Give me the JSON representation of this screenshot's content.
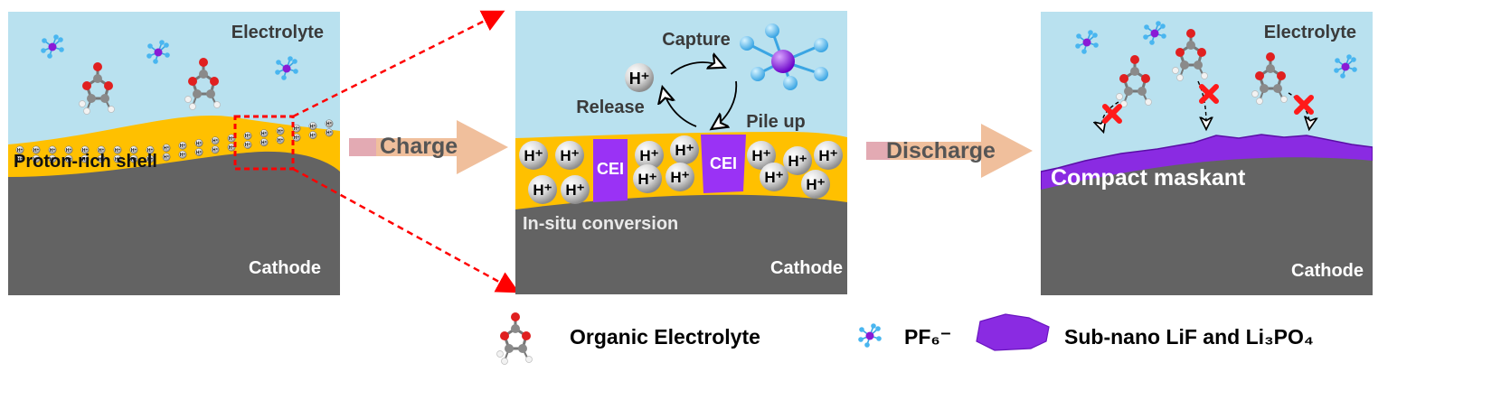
{
  "colors": {
    "electrolyte": "#b9e1ef",
    "cathode": "#636363",
    "shell": "#ffc000",
    "cei": "#9a32f5",
    "maskant": "#8a2be2",
    "arrow": "#f0bf9c",
    "arrow_stem": "#e3aab3",
    "zoom": "#ff0000",
    "text_dark": "#3a3a3a"
  },
  "panel1": {
    "electrolyte_label": "Electrolyte",
    "shell_label": "Proton-rich shell",
    "cathode_label": "Cathode"
  },
  "arrow1": {
    "label": "Charge"
  },
  "panel2": {
    "capture_label": "Capture",
    "release_label": "Release",
    "pileup_label": "Pile up",
    "proton_label": "H⁺",
    "cei_label": "CEI",
    "conversion_label": "In-situ conversion",
    "cathode_label": "Cathode"
  },
  "arrow2": {
    "label": "Discharge"
  },
  "panel3": {
    "electrolyte_label": "Electrolyte",
    "maskant_label": "Compact maskant",
    "cathode_label": "Cathode"
  },
  "legend": {
    "organic_label": "Organic Electrolyte",
    "pf6_label": "PF₆⁻",
    "lif_label": "Sub-nano LiF and Li₃PO₄"
  }
}
